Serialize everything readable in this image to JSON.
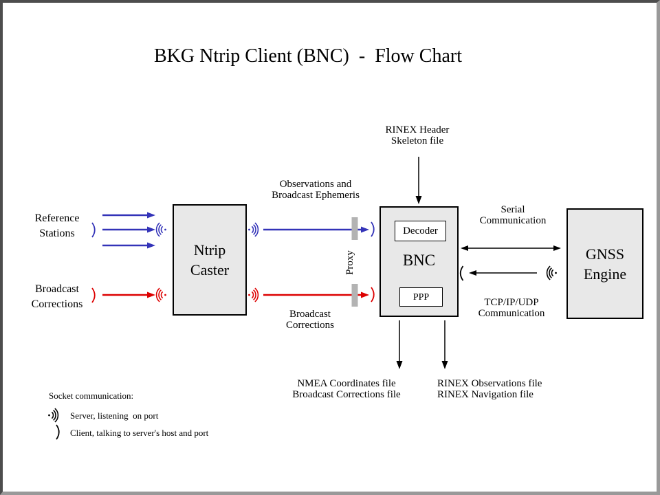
{
  "title": "BKG Ntrip Client (BNC)  -  Flow Chart",
  "colors": {
    "blue": "#3333b8",
    "red": "#dd0000",
    "box_fill": "#e8e8e8",
    "box_border": "#000000",
    "proxy_bar": "#b3b3b3",
    "frame_dark": "#4d4d4d",
    "frame_light": "#999999"
  },
  "nodes": {
    "ntrip_caster": {
      "line1": "Ntrip",
      "line2": "Caster"
    },
    "bnc": {
      "label": "BNC",
      "decoder": "Decoder",
      "ppp": "PPP"
    },
    "gnss_engine": {
      "line1": "GNSS",
      "line2": "Engine"
    }
  },
  "inputs": {
    "reference_stations": {
      "line1": "Reference",
      "line2": "Stations"
    },
    "broadcast_corrections": {
      "line1": "Broadcast",
      "line2": "Corrections"
    }
  },
  "flows": {
    "observations": {
      "line1": "Observations and",
      "line2": "Broadcast Ephemeris"
    },
    "broadcast_corrections": {
      "line1": "Broadcast",
      "line2": "Corrections"
    },
    "rinex_header": {
      "line1": "RINEX Header",
      "line2": "Skeleton file"
    },
    "serial": {
      "line1": "Serial",
      "line2": "Communication"
    },
    "tcp": {
      "line1": "TCP/IP/UDP",
      "line2": "Communication"
    },
    "proxy": "Proxy"
  },
  "outputs": {
    "nmea": {
      "line1": "NMEA Coordinates file",
      "line2": "Broadcast Corrections file"
    },
    "rinex": {
      "line1": "RINEX Observations file",
      "line2": "RINEX Navigation file"
    }
  },
  "legend": {
    "title": "Socket communication:",
    "server": "Server, listening  on port",
    "client": "Client, talking to server's host and port"
  }
}
